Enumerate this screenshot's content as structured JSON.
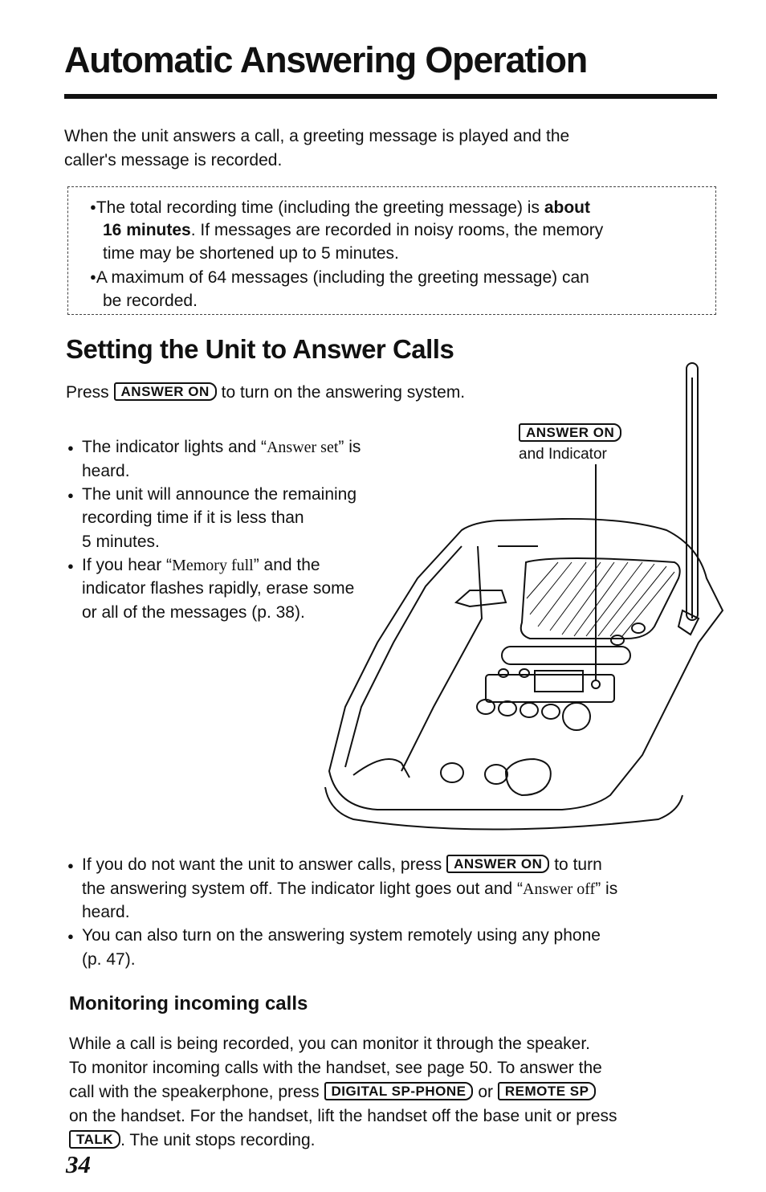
{
  "page": {
    "title": "Automatic Answering Operation",
    "intro_line1": "When the unit answers a call, a greeting message is played and the",
    "intro_line2": "caller's message is recorded.",
    "notes": {
      "n1_a": "The total recording time (including the greeting message) is ",
      "n1_bold1": "about",
      "n1_bold2": "16 minutes",
      "n1_b": ". If messages are recorded in noisy rooms, the memory",
      "n1_c": "time may be shortened up to 5 minutes.",
      "n2_a": "A maximum of 64 messages (including the greeting message) can",
      "n2_b": "be recorded."
    },
    "section_title": "Setting the Unit to Answer Calls",
    "press_word": "Press",
    "press_rest": "to turn on the answering system.",
    "keys": {
      "answer_on": "ANSWER ON",
      "digital_sp_phone": "DIGITAL SP-PHONE",
      "remote_sp": "REMOTE SP",
      "talk": "TALK"
    },
    "callout": {
      "line2": "and Indicator"
    },
    "bullets_left": {
      "b1_a": "The indicator lights and “",
      "b1_voice": "Answer set",
      "b1_b": "” is",
      "b1_c": "heard.",
      "b2_a": "The unit will announce the remaining",
      "b2_b": "recording time if it is less than",
      "b2_c": "5 minutes.",
      "b3_a1": "If you hear “",
      "b3_voice": "Memory full",
      "b3_a2": "” and the",
      "b3_b": "indicator flashes rapidly, erase some",
      "b3_c": "or all of the messages (p. 38)."
    },
    "bullets_bottom": {
      "b4_a": "If you do not want the unit to answer calls, press",
      "b4_a2": "to turn",
      "b4_b1": "the answering system off. The indicator light goes out and “",
      "b4_voice": "Answer off",
      "b4_b2": "” is",
      "b4_c": "heard.",
      "b5_a": "You can also turn on the answering system remotely using any phone",
      "b5_b": "(p. 47)."
    },
    "sub_title": "Monitoring incoming calls",
    "monitor": {
      "l1": "While a call is being recorded, you can monitor it through the speaker.",
      "l2": "To monitor incoming calls with the handset, see page 50. To answer the",
      "l3_a": "call with the speakerphone, press",
      "l3_or": "or",
      "l4": "on the handset. For the handset, lift the handset off the base unit or press",
      "l5": ". The unit stops recording."
    },
    "page_number": "34",
    "bullet_char": "●"
  }
}
